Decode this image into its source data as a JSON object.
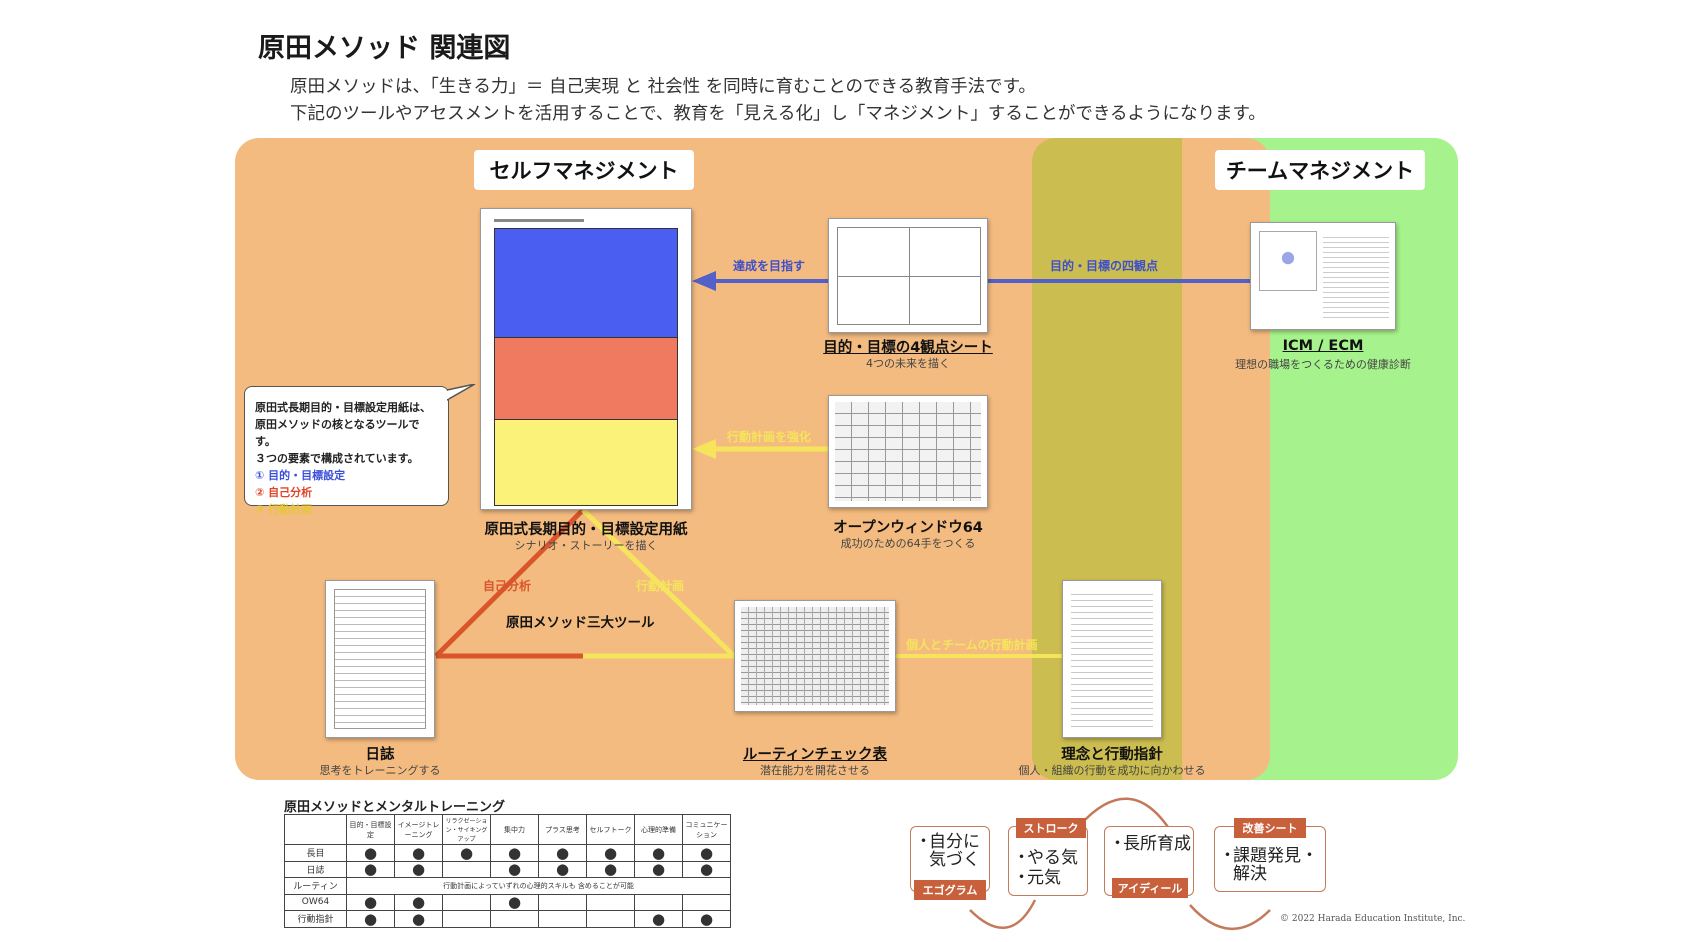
{
  "title": "原田メソッド 関連図",
  "subtitle_lines": [
    "原田メソッドは、「生きる力」＝ 自己実現 と 社会性 を同時に育むことのできる教育手法です。",
    "下記のツールやアセスメントを活用することで、教育を「見える化」し「マネジメント」することができるようになります。"
  ],
  "sections": {
    "self": "セルフマネジメント",
    "team": "チームマネジメント"
  },
  "documents": {
    "long_term": {
      "name": "原田式長期目的・目標設定用紙",
      "desc": "シナリオ・ストーリーを描く"
    },
    "four_view": {
      "name": "目的・目標の4観点シート",
      "desc": "4つの未来を描く"
    },
    "icm": {
      "name": "ICM / ECM",
      "desc": "理想の職場をつくるための健康診断"
    },
    "open_window": {
      "name": "オープンウィンドウ64",
      "desc": "成功のための64手をつくる"
    },
    "diary": {
      "name": "日誌",
      "desc": "思考をトレーニングする"
    },
    "routine": {
      "name": "ルーティンチェック表",
      "desc": "潜在能力を開花させる"
    },
    "philosophy": {
      "name": "理念と行動指針",
      "desc": "個人・組織の行動を成功に向かわせる"
    }
  },
  "arrows": {
    "achieve": "達成を目指す",
    "four_points": "目的・目標の四観点",
    "strengthen": "行動計画を強化",
    "self_analysis": "自己分析",
    "action_plan": "行動計画",
    "individual_team": "個人とチームの行動計画",
    "three_tools": "原田メソッド三大ツール"
  },
  "callout": {
    "lines": [
      "原田式長期目的・目標設定用紙は、",
      "原田メソッドの核となるツールです。",
      "３つの要素で構成されています。"
    ],
    "items": [
      {
        "text": "① 目的・目標設定",
        "color": "#3a50d8"
      },
      {
        "text": "② 自己分析",
        "color": "#e0452b"
      },
      {
        "text": "③ 行動計画",
        "color": "#e3c83a"
      }
    ]
  },
  "mental_training": {
    "title": "原田メソッドとメンタルトレーニング",
    "columns": [
      "目的・目標設定",
      "イメージトレーニング",
      "リラクゼーション・サイキングアップ",
      "集中力",
      "プラス思考",
      "セルフトーク",
      "心理的準備",
      "コミュニケーション"
    ],
    "rows": [
      {
        "label": "長目",
        "marks": [
          1,
          1,
          1,
          1,
          1,
          1,
          1,
          1
        ]
      },
      {
        "label": "日誌",
        "marks": [
          1,
          1,
          0,
          1,
          1,
          1,
          1,
          1
        ]
      },
      {
        "label": "ルーティン",
        "note": "行動計画によっていずれの心理的スキルも 含めることが可能"
      },
      {
        "label": "OW64",
        "marks": [
          1,
          1,
          0,
          1,
          0,
          0,
          0,
          0
        ]
      },
      {
        "label": "行動指針",
        "marks": [
          1,
          1,
          0,
          0,
          0,
          0,
          1,
          1
        ]
      }
    ],
    "dot": "●"
  },
  "cycle": {
    "box1": [
      "自分に",
      "気づく"
    ],
    "box1_tag": "エゴグラム",
    "box2": [
      "やる気",
      "元気"
    ],
    "box2_tag": "ストローク",
    "box3": [
      "長所育成"
    ],
    "box3_tag": "アイディール",
    "box4": [
      "課題発見・",
      "解決"
    ],
    "box4_tag": "改善シート",
    "bullet": "・"
  },
  "copyright": "© 2022 Harada Education Institute, Inc.",
  "colors": {
    "self_panel": "#f4bb80",
    "team_panel": "#a6f28c",
    "overlap": "#cbbd4f",
    "blue_arrow": "#5260c8",
    "yellow_arrow": "#f5e45c",
    "red_arrow": "#d9562c",
    "doc_blue": "#4a5ef2",
    "doc_red": "#f07a60",
    "doc_yellow": "#fbf27a"
  }
}
